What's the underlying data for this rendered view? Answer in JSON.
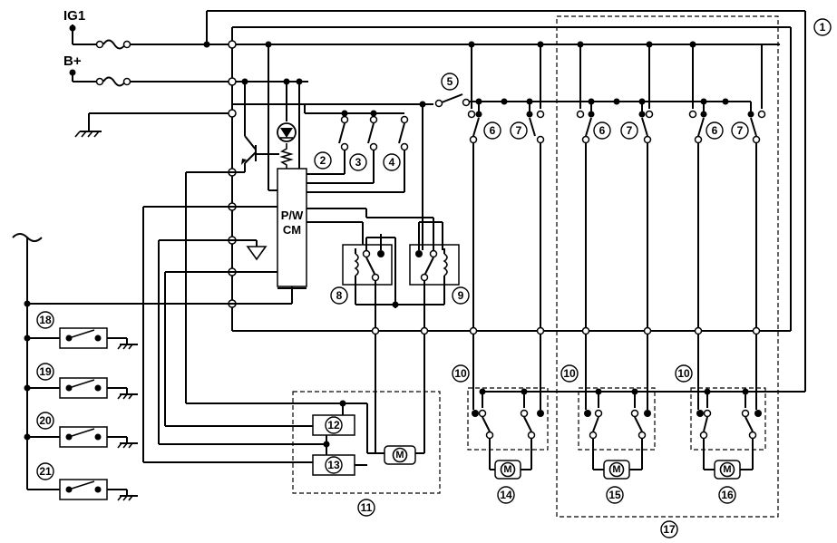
{
  "labels": {
    "ig1": "IG1",
    "bplus": "B+",
    "cm_line1": "P/W",
    "cm_line2": "CM",
    "motor": "M"
  },
  "callouts": [
    "1",
    "2",
    "3",
    "4",
    "5",
    "6",
    "7",
    "8",
    "9",
    "10",
    "11",
    "12",
    "13",
    "14",
    "15",
    "16",
    "17",
    "18",
    "19",
    "20",
    "21"
  ],
  "icons": {
    "ground": "ground-icon",
    "led": "led-icon",
    "transistor": "transistor-icon",
    "fuse": "fuse-icon",
    "motor": "motor-icon",
    "relay": "relay-coil-icon",
    "switch": "switch-icon",
    "antenna": "antenna-tilde-icon"
  }
}
